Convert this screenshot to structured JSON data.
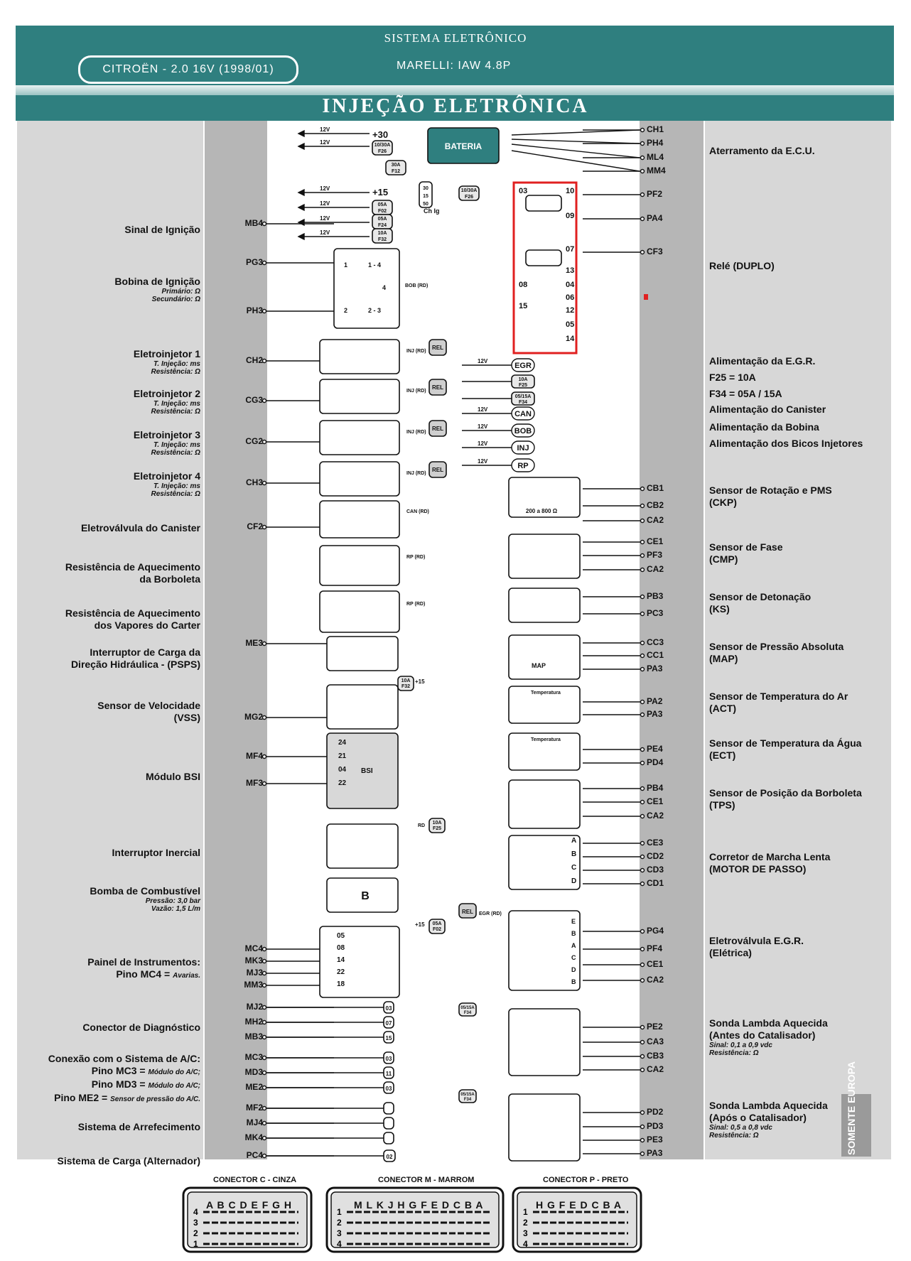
{
  "header": {
    "system_title": "SISTEMA ELETRÔNICO",
    "model": "CITROËN - 2.0 16V (1998/01)",
    "ecu": "MARELLI: IAW 4.8P",
    "title": "INJEÇÃO ELETRÔNICA"
  },
  "left_components": [
    {
      "label": "Sinal de Ignição",
      "sub": "",
      "pins": [
        "MB4"
      ]
    },
    {
      "label": "Bobina de Ignição",
      "sub": "Primário: Ω\nSecundário: Ω",
      "pins": [
        "PG3",
        "PH3"
      ]
    },
    {
      "label": "Eletroinjetor 1",
      "sub": "T. Injeção: ms\nResistência: Ω",
      "pins": [
        "CH2"
      ]
    },
    {
      "label": "Eletroinjetor 2",
      "sub": "T. Injeção: ms\nResistência: Ω",
      "pins": [
        "CG3"
      ]
    },
    {
      "label": "Eletroinjetor 3",
      "sub": "T. Injeção: ms\nResistência: Ω",
      "pins": [
        "CG2"
      ]
    },
    {
      "label": "Eletroinjetor 4",
      "sub": "T. Injeção: ms\nResistência: Ω",
      "pins": [
        "CH3"
      ]
    },
    {
      "label": "Eletroválvula do Canister",
      "sub": "",
      "pins": [
        "CF2"
      ]
    },
    {
      "label": "Resistência de Aquecimento\nda Borboleta",
      "sub": "",
      "pins": []
    },
    {
      "label": "Resistência de Aquecimento\ndos Vapores do Carter",
      "sub": "",
      "pins": []
    },
    {
      "label": "Interruptor de Carga da\nDireção Hidráulica - (PSPS)",
      "sub": "",
      "pins": [
        "ME3"
      ]
    },
    {
      "label": "Sensor de Velocidade\n(VSS)",
      "sub": "",
      "pins": [
        "MG2"
      ]
    },
    {
      "label": "Módulo BSI",
      "sub": "",
      "pins": [
        "MF4",
        "MF3"
      ]
    },
    {
      "label": "Interruptor Inercial",
      "sub": "",
      "pins": []
    },
    {
      "label": "Bomba de Combustível",
      "sub": "Pressão: 3,0 bar\nVazão: 1,5 L/m",
      "pins": []
    },
    {
      "label": "Painel de Instrumentos:\nPino MC4 = Avarias.",
      "sub": "",
      "pins": [
        "MC4",
        "MK3",
        "MJ3",
        "MM3"
      ]
    },
    {
      "label": "Conector de Diagnóstico",
      "sub": "",
      "pins": [
        "MJ2",
        "MH2",
        "MB3"
      ]
    },
    {
      "label": "Conexão com o Sistema de A/C:\nPino MC3 = Módulo do A/C;\nPino MD3 = Módulo do A/C;\nPino ME2 = Sensor de pressão do A/C.",
      "sub": "",
      "pins": [
        "MC3",
        "MD3",
        "ME2"
      ]
    },
    {
      "label": "Sistema de Arrefecimento",
      "sub": "",
      "pins": [
        "MF2",
        "MJ4",
        "MK4"
      ]
    },
    {
      "label": "Sistema de Carga (Alternador)",
      "sub": "",
      "pins": [
        "PC4"
      ]
    }
  ],
  "right_components": [
    {
      "label": "Aterramento da E.C.U.",
      "sub": "",
      "pins": [
        "CH1",
        "PH4",
        "ML4",
        "MM4"
      ]
    },
    {
      "label": "Relé (DUPLO)",
      "sub": "",
      "pins": [
        "PF2",
        "PA4",
        "CF3"
      ]
    },
    {
      "label": "Alimentação da E.G.R.",
      "sub": "",
      "pins": []
    },
    {
      "label": "F25 = 10A",
      "sub": "",
      "pins": []
    },
    {
      "label": "F34 = 05A / 15A",
      "sub": "",
      "pins": []
    },
    {
      "label": "Alimentação do Canister",
      "sub": "",
      "pins": []
    },
    {
      "label": "Alimentação da Bobina",
      "sub": "",
      "pins": []
    },
    {
      "label": "Alimentação dos Bicos Injetores",
      "sub": "",
      "pins": []
    },
    {
      "label": "Sensor de Rotação e PMS\n(CKP)",
      "sub": "",
      "pins": [
        "CB1",
        "CB2",
        "CA2"
      ]
    },
    {
      "label": "Sensor de Fase\n(CMP)",
      "sub": "",
      "pins": [
        "CE1",
        "PF3",
        "CA2"
      ]
    },
    {
      "label": "Sensor de Detonação\n(KS)",
      "sub": "",
      "pins": [
        "PB3",
        "PC3"
      ]
    },
    {
      "label": "Sensor de Pressão Absoluta\n(MAP)",
      "sub": "",
      "pins": [
        "CC3",
        "CC1",
        "PA3"
      ]
    },
    {
      "label": "Sensor de Temperatura do Ar\n(ACT)",
      "sub": "",
      "pins": [
        "PA2",
        "PA3"
      ]
    },
    {
      "label": "Sensor de Temperatura da Água\n(ECT)",
      "sub": "",
      "pins": [
        "PE4",
        "PD4"
      ]
    },
    {
      "label": "Sensor de Posição da Borboleta\n(TPS)",
      "sub": "",
      "pins": [
        "PB4",
        "CE1",
        "CA2"
      ]
    },
    {
      "label": "Corretor de Marcha Lenta\n(MOTOR DE PASSO)",
      "sub": "",
      "pins": [
        "CE3",
        "CD2",
        "CD3",
        "CD1"
      ]
    },
    {
      "label": "Eletroválvula E.G.R.\n(Elétrica)",
      "sub": "",
      "pins": [
        "PG4",
        "PF4",
        "CE1",
        "CA2"
      ]
    },
    {
      "label": "Sonda Lambda Aquecida\n(Antes do Catalisador)",
      "sub": "Sinal: 0,1 a 0,9 vdc\nResistência: Ω",
      "pins": [
        "PE2",
        "CA3",
        "CB3",
        "CA2"
      ]
    },
    {
      "label": "Sonda Lambda Aquecida\n(Após o Catalisador)",
      "sub": "Sinal: 0,5 a 0,8 vdc\nResistência: Ω",
      "pins": [
        "PD2",
        "PD3",
        "PE3",
        "PA3"
      ]
    }
  ],
  "somente": "SOMENTE\nEUROPA",
  "power": {
    "plus30": "+30",
    "plus15": "+15",
    "bateria": "BATERIA",
    "chave": "Ch Ig",
    "v12": "12V",
    "fuses_top": [
      "10/30A\nF26",
      "30A\nF12",
      "05A\nF02",
      "05A\nF24",
      "10A\nF32",
      "10/30A\nF26"
    ],
    "ign_terms": [
      "30",
      "15",
      "50"
    ],
    "rel_label": "REL",
    "relay_pins": [
      "03",
      "10",
      "09",
      "07",
      "08",
      "13",
      "04",
      "06",
      "12",
      "05",
      "14",
      "15"
    ],
    "feed_circles": [
      "EGR",
      "CAN",
      "BOB",
      "INJ",
      "RP"
    ],
    "feed_fuses": [
      "10A\nF25",
      "05/15A\nF34"
    ]
  },
  "box_texts": {
    "coil_pins": [
      "1",
      "1 - 4",
      "2",
      "2 - 3",
      "4"
    ],
    "bob_rd": "BOB (RD)",
    "inj_rd": "INJ (RD)",
    "can_rd": "CAN (RD)",
    "rp_rd": "RP (RD)",
    "ckp_res": "200 a 800 Ω",
    "map": "MAP",
    "temperatura": "Temperatura",
    "bsi": "BSI",
    "bsi_pins": [
      "24",
      "21",
      "04",
      "22"
    ],
    "panel_pins": [
      "05",
      "08",
      "14",
      "22",
      "18"
    ],
    "rd": "RD",
    "egr_rd": "EGR (RD)",
    "fuse_f32": "10A\nF32",
    "fuse_f25": "10A\nF25",
    "fuse_f02": "05A\nF02",
    "fuse_f34": "05/15A\nF34",
    "plus15": "+15",
    "diag_nums": [
      "03",
      "07",
      "15",
      "03",
      "11",
      "03"
    ],
    "stepper": [
      "A",
      "B",
      "C",
      "D"
    ],
    "egr_letters": [
      "E",
      "B",
      "A",
      "C",
      "D",
      "B"
    ],
    "b_letter": "B",
    "pc4_num": "02"
  },
  "connectors": [
    {
      "title": "CONECTOR C - CINZA",
      "letters": "A B C D E F G H",
      "rows": [
        "4",
        "3",
        "2",
        "1"
      ]
    },
    {
      "title": "CONECTOR M - MARROM",
      "letters": "M L K J H G F E D C B A",
      "rows": [
        "1",
        "2",
        "3",
        "4"
      ]
    },
    {
      "title": "CONECTOR P - PRETO",
      "letters": "H G F E D C B A",
      "rows": [
        "1",
        "2",
        "3",
        "4"
      ]
    }
  ],
  "colors": {
    "header": "#2f7f7f",
    "side": "#d7d7d7",
    "pin_col": "#b6b6b6",
    "highlight": "#e02020"
  }
}
